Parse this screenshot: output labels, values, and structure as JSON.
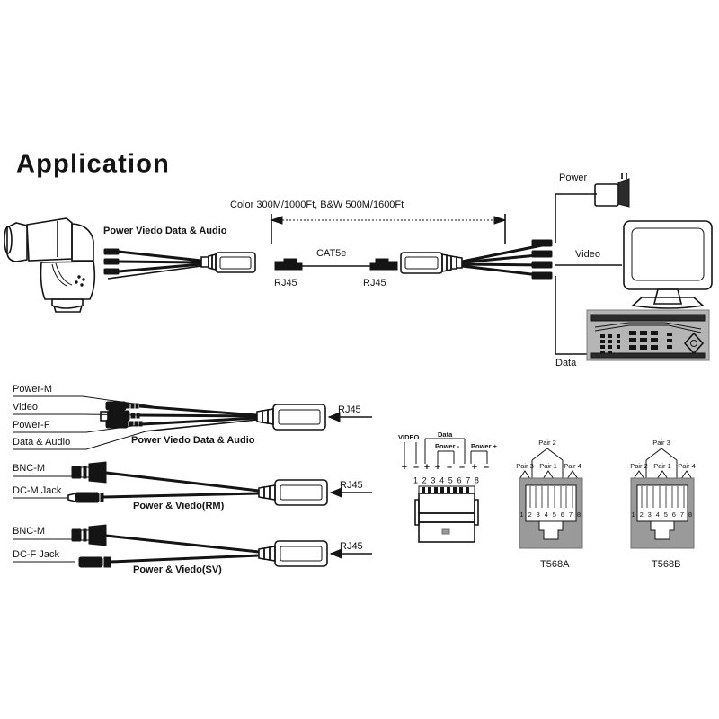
{
  "page": {
    "title": "Application",
    "background": "#ffffff",
    "ink": "#141414"
  },
  "top_diagram": {
    "camera_label": "Power Viedo Data & Audio",
    "distance_label": "Color 300M/1000Ft, B&W 500M/1600Ft",
    "cable_label": "CAT5e",
    "rj45_left": "RJ45",
    "rj45_right": "RJ45",
    "power_label": "Power",
    "video_label": "Video",
    "data_label": "Data",
    "icons": {
      "camera": "ptz-camera-icon",
      "balun_left": "video-balun-icon",
      "balun_right": "video-balun-icon",
      "plug_left": "rj45-plug-icon",
      "plug_right": "rj45-plug-icon",
      "adapter": "power-adapter-icon",
      "monitor": "lcd-monitor-icon",
      "dvr": "dvr-panel-icon"
    }
  },
  "variants": [
    {
      "id": "variant-pvda",
      "leads": [
        "Power-M",
        "Video",
        "Power-F",
        "Data & Audio"
      ],
      "caption": "Power Viedo Data & Audio",
      "rj45": "RJ45"
    },
    {
      "id": "variant-rm",
      "leads": [
        "BNC-M",
        "DC-M Jack"
      ],
      "caption": "Power & Viedo(RM)",
      "rj45": "RJ45"
    },
    {
      "id": "variant-sv",
      "leads": [
        "BNC-M",
        "DC-F Jack"
      ],
      "caption": "Power & Viedo(SV)",
      "rj45": "RJ45"
    }
  ],
  "pinout": {
    "groups": [
      "VIDEO",
      "Data",
      "Power -",
      "Power +"
    ],
    "signs": [
      "+",
      "–",
      "+",
      "+",
      "–",
      "–",
      "+",
      "–"
    ],
    "pin_numbers": "1 2 3 4 5 6 7 8",
    "icon": "rj45-jack-pinout-icon"
  },
  "standards": [
    {
      "id": "t568a",
      "name": "T568A",
      "top_pair": "Pair 2",
      "pairs": [
        "Pair 3",
        "Pair 1",
        "Pair 4"
      ],
      "pin_numbers": "1 2 3 4 5 6 7 8"
    },
    {
      "id": "t568b",
      "name": "T568B",
      "top_pair": "Pair 3",
      "pairs": [
        "Pair 2",
        "Pair 1",
        "Pair 4"
      ],
      "pin_numbers": "1 2 3 4 5 6 7 8"
    }
  ]
}
